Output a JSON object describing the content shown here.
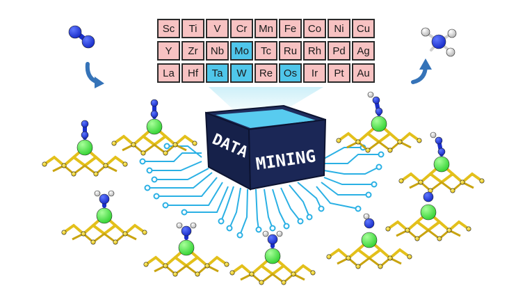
{
  "periodic_table": {
    "rows": [
      [
        "Sc",
        "Ti",
        "V",
        "Cr",
        "Mn",
        "Fe",
        "Co",
        "Ni",
        "Cu"
      ],
      [
        "Y",
        "Zr",
        "Nb",
        "Mo",
        "Tc",
        "Ru",
        "Rh",
        "Pd",
        "Ag"
      ],
      [
        "La",
        "Hf",
        "Ta",
        "W",
        "Re",
        "Os",
        "Ir",
        "Pt",
        "Au"
      ]
    ],
    "highlighted": [
      "Mo",
      "Ta",
      "W",
      "Os"
    ]
  },
  "box_label": {
    "word1": "DATA",
    "word2": "MINING"
  },
  "colors": {
    "cell_default": "#f7c2c2",
    "cell_highlight": "#4fc6ea",
    "box_dark": "#16214a",
    "box_top": "#1f2d5e",
    "box_fill": "#58cbef",
    "circuit": "#2ab0e4",
    "nitrogen": "#1a2ec9",
    "metal": "#37d437",
    "sulfur": "#e3c01b",
    "hydrogen": "#f2f2f2",
    "beam": "#c8eef8",
    "arrow": "#3573b8"
  },
  "icons": {
    "reactant": "n2-molecule-icon",
    "product": "nh3-molecule-icon",
    "left_arrow": "curved-arrow-down-icon",
    "right_arrow": "curved-arrow-up-icon"
  },
  "adsorbates": [
    "N2",
    "N2",
    "N2H",
    "N2H",
    "NH2",
    "NH2",
    "NH2",
    "NH",
    "N"
  ]
}
